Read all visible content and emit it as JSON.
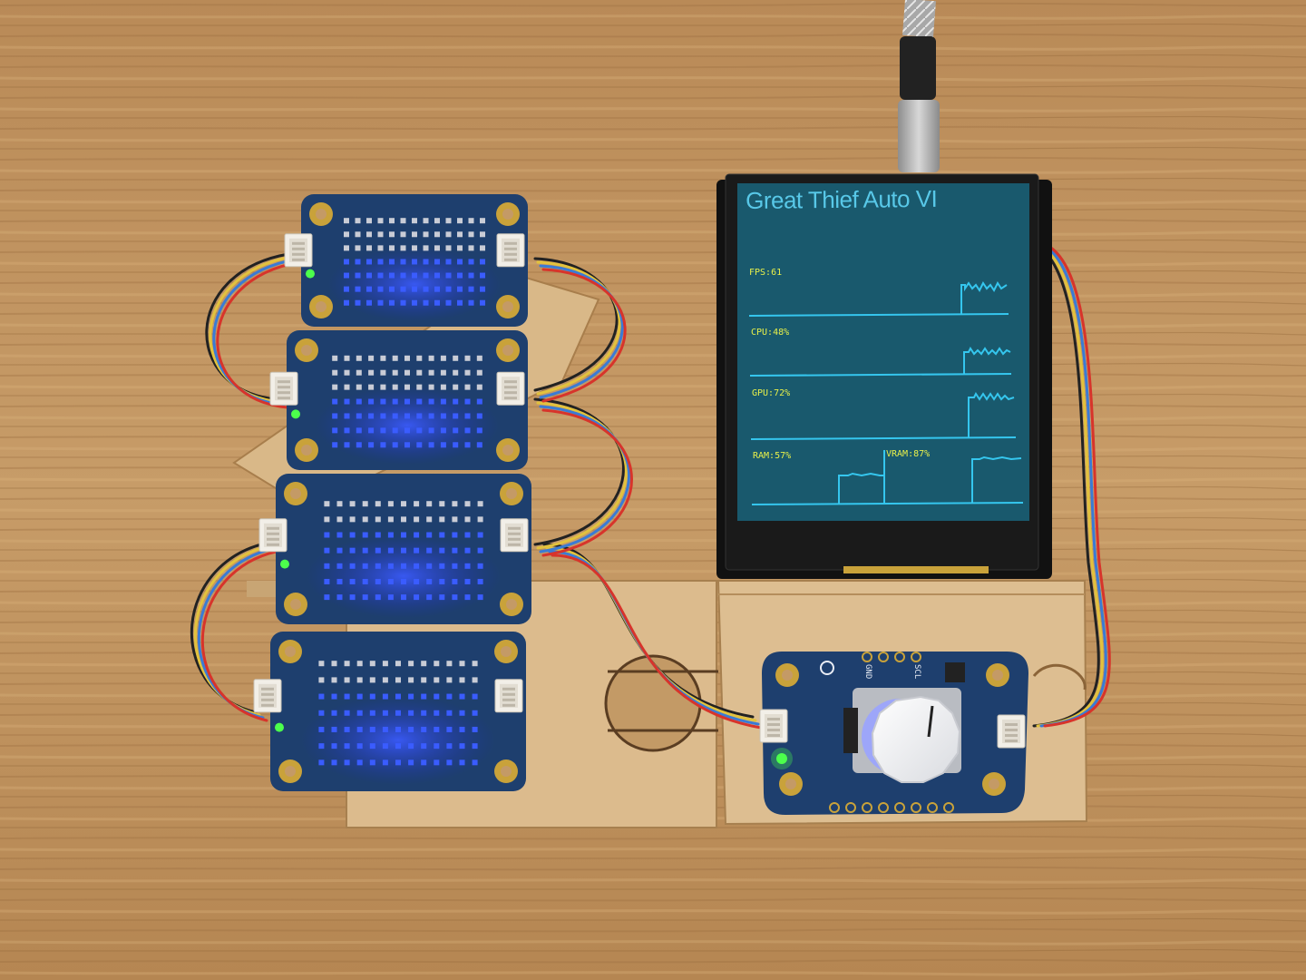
{
  "display": {
    "title": "Great Thief Auto VI",
    "metrics": [
      {
        "label": "FPS:61",
        "value": 61
      },
      {
        "label": "CPU:48%",
        "value": 48
      },
      {
        "label": "GPU:72%",
        "value": 72
      },
      {
        "label": "RAM:57%",
        "value": 57
      },
      {
        "label": "VRAM:87%",
        "value": 87
      }
    ]
  },
  "encoder_board": {
    "pin_labels": [
      "GND",
      "SCL"
    ]
  },
  "colors": {
    "wood": "#c49a66",
    "pcb": "#1e3f6e",
    "led_blue": "#2a4bff",
    "lcd_bg": "#1d5a6e",
    "graph_line": "#35c6ee",
    "label_yellow": "#e8f04a"
  }
}
